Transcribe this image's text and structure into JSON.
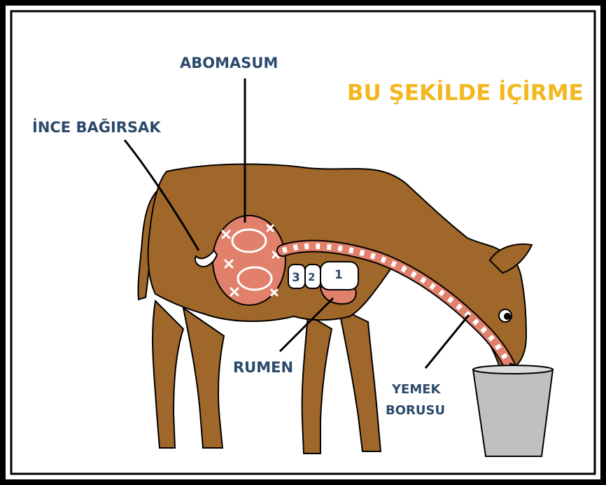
{
  "title": "BU ŞEKİLDE İÇİRME",
  "labels": {
    "abomasum": "ABOMASUM",
    "small_intestine": "İNCE BAĞIRSAK",
    "rumen": "RUMEN",
    "esophagus_line1": "YEMEK",
    "esophagus_line2": "BORUSU"
  },
  "compartment_numbers": {
    "three": "3",
    "two": "2",
    "one": "1"
  },
  "colors": {
    "title": "#f2b81f",
    "label": "#2c4a6b",
    "calf_body": "#a0672a",
    "organ": "#e1806b",
    "bucket": "#bfc0c0",
    "frame": "#000000"
  }
}
